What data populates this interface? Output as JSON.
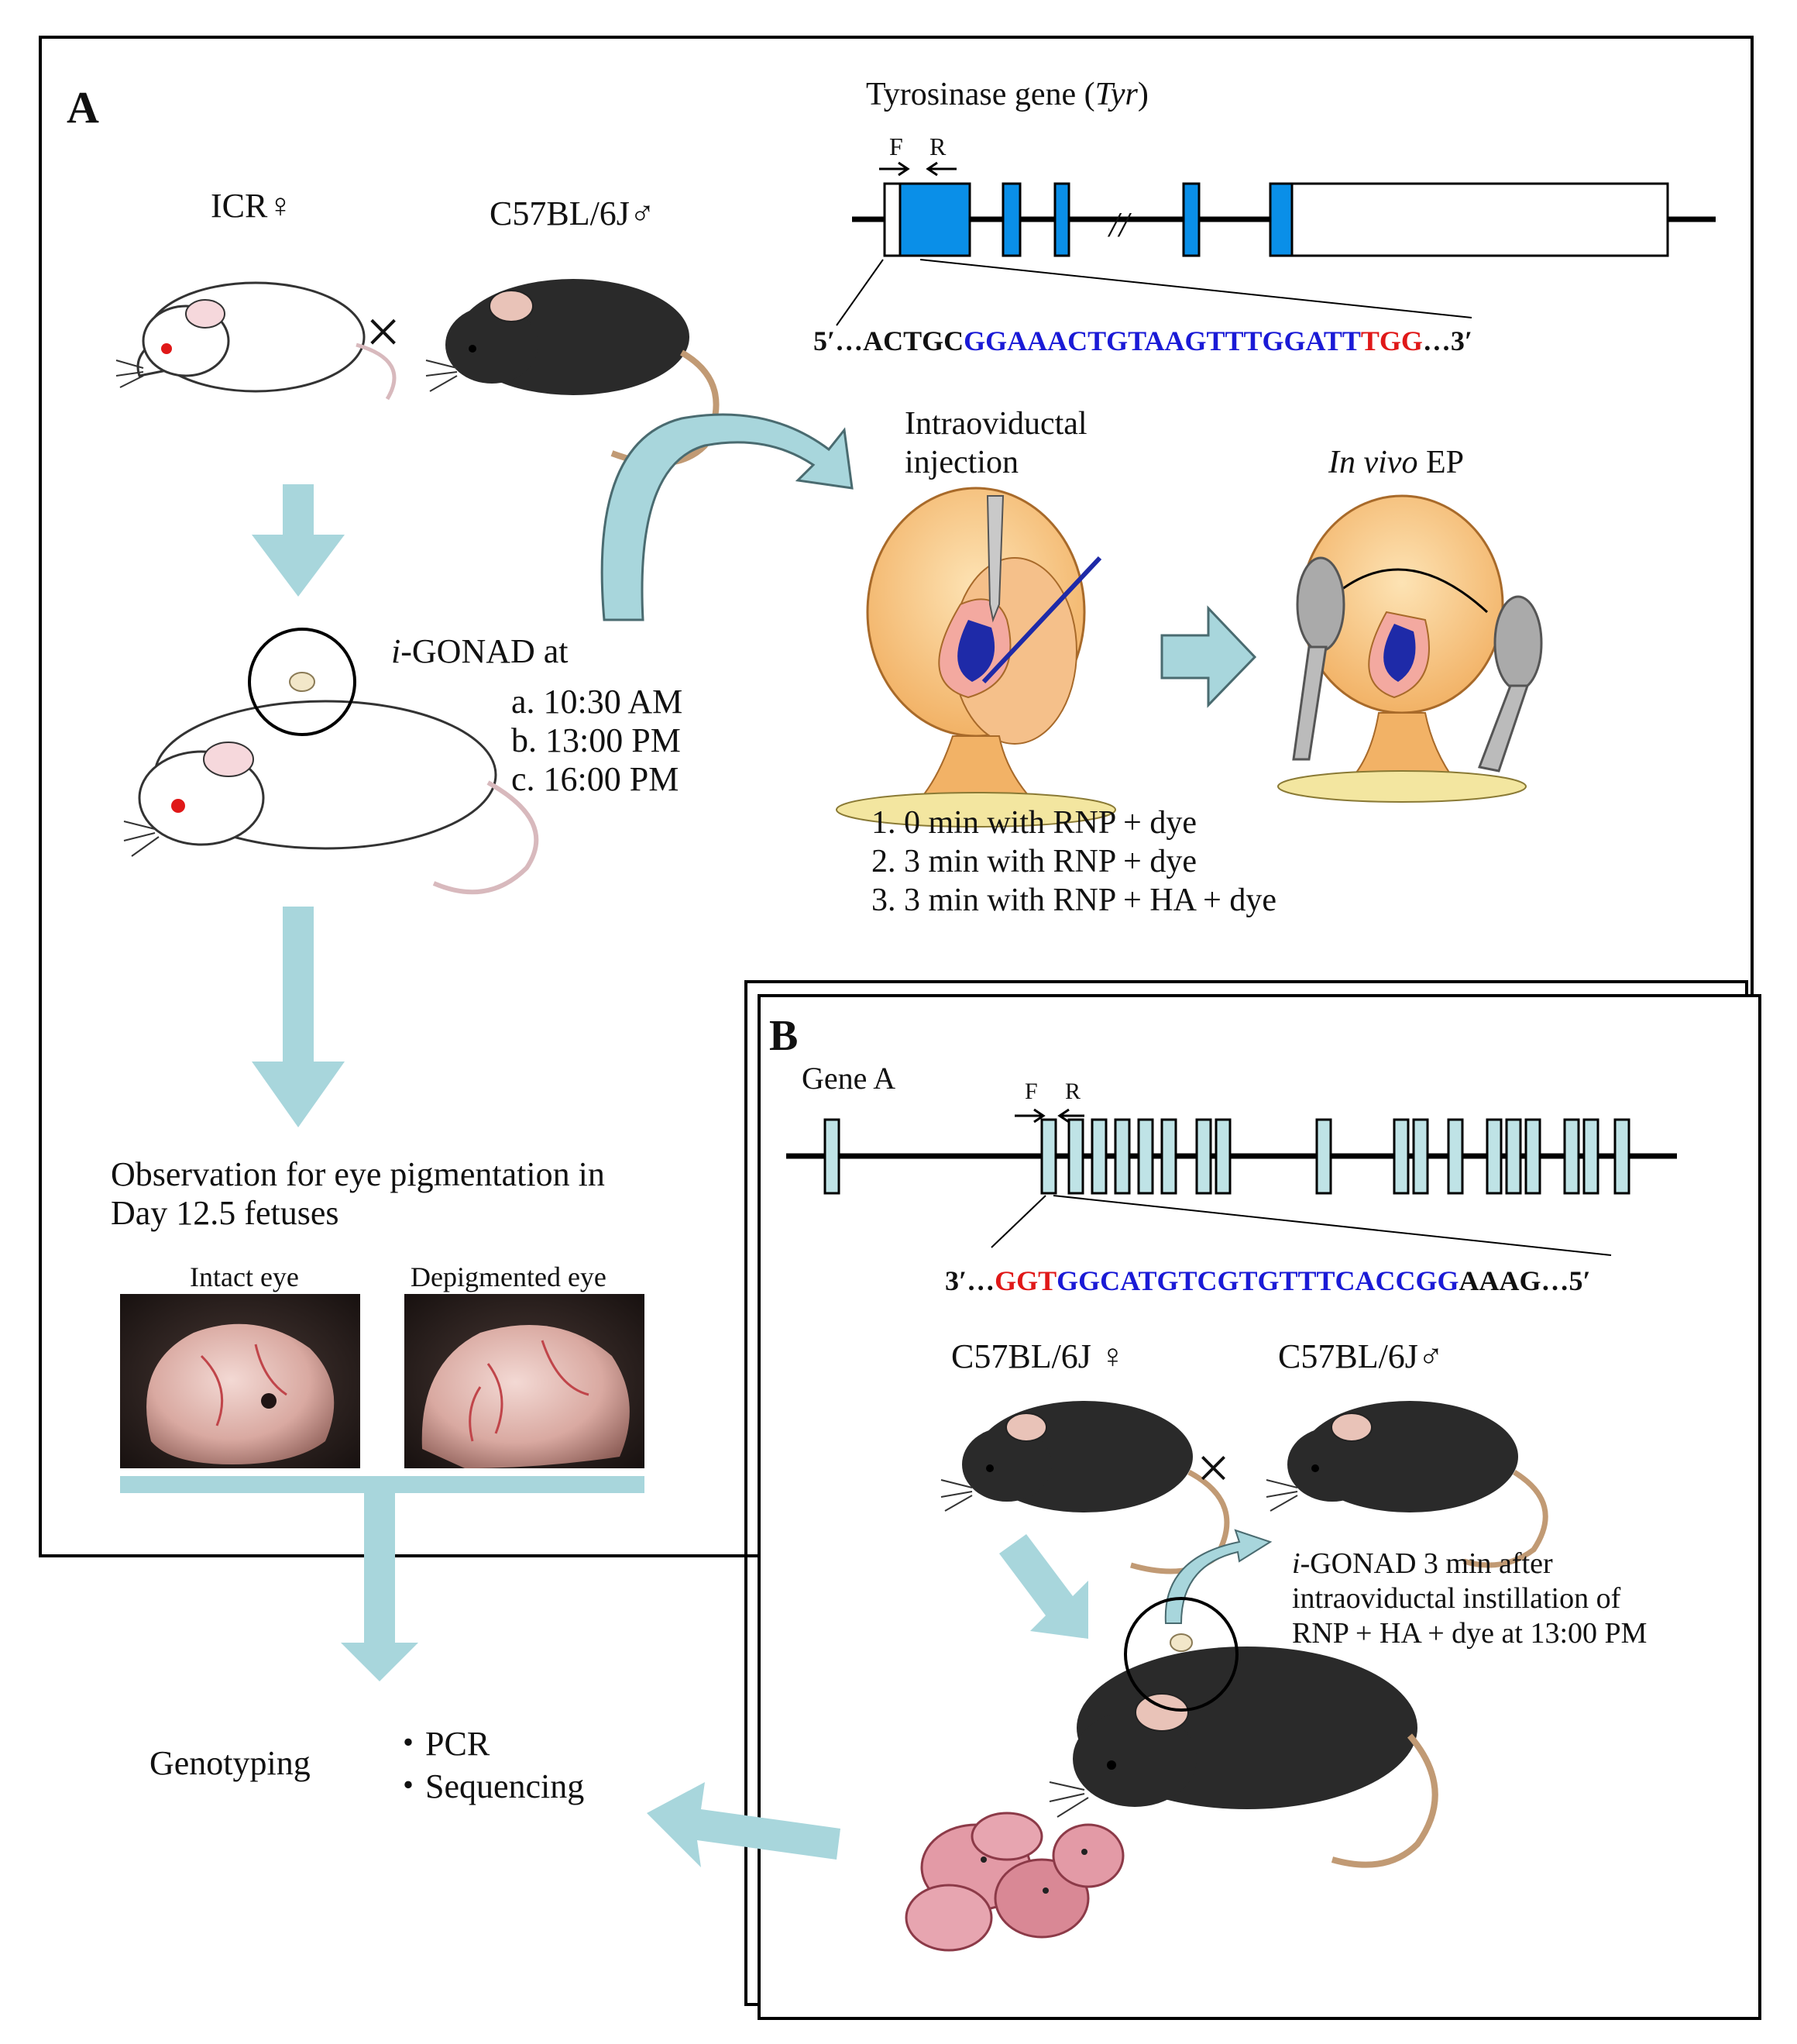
{
  "panelA": {
    "label": "A",
    "female": "ICR♀",
    "male": "C57BL/6J♂",
    "cross": "×",
    "gene": {
      "name": "Tyrosinase gene (",
      "italic": "Tyr",
      "close": ")",
      "primer_f": "F",
      "primer_r": "R",
      "break_mark": "//"
    },
    "sequence": {
      "prefix": "5′…ACTGC",
      "guide": "GGAAACTGTAAGTTTGGATT",
      "pam": "TGG",
      "suffix": "…3′"
    },
    "igonad": {
      "prefix": "i",
      "label": "-GONAD at",
      "times": [
        "a. 10:30 AM",
        "b. 13:00 PM",
        "c. 16:00 PM"
      ]
    },
    "injection_title": [
      "Intraoviductal",
      "injection"
    ],
    "ep_title": {
      "italic": "In vivo",
      "rest": " EP"
    },
    "conditions": [
      "1. 0 min with RNP + dye",
      "2. 3 min with RNP + dye",
      "3. 3 min with RNP + HA + dye"
    ],
    "observation": [
      "Observation for eye pigmentation in",
      "Day 12.5 fetuses"
    ],
    "photo_labels": [
      "Intact eye",
      "Depigmented eye"
    ]
  },
  "panelB": {
    "label": "B",
    "gene_name": "Gene A",
    "primer_f": "F",
    "primer_r": "R",
    "sequence": {
      "prefix": "3′…",
      "pam": "GGT",
      "guide": "GGCATGTCGTGTTTCACCGG",
      "suffix": "AAAG…5′"
    },
    "female": "C57BL/6J ♀",
    "male": "C57BL/6J♂",
    "cross": "×",
    "igonad": {
      "prefix": "i",
      "lines": [
        "-GONAD 3 min after",
        "intraoviductal instillation of",
        "RNP + HA + dye at 13:00 PM"
      ]
    }
  },
  "genotyping": {
    "label": "Genotyping",
    "methods": [
      "・PCR",
      "・Sequencing"
    ]
  },
  "colors": {
    "exon_a": "#0a8fe8",
    "exon_b": "#bfe3e6",
    "arrow": "#a8d6dc",
    "guide": "#1a1ad6",
    "pam": "#e01818",
    "black_mouse": "#2a2a2a"
  }
}
